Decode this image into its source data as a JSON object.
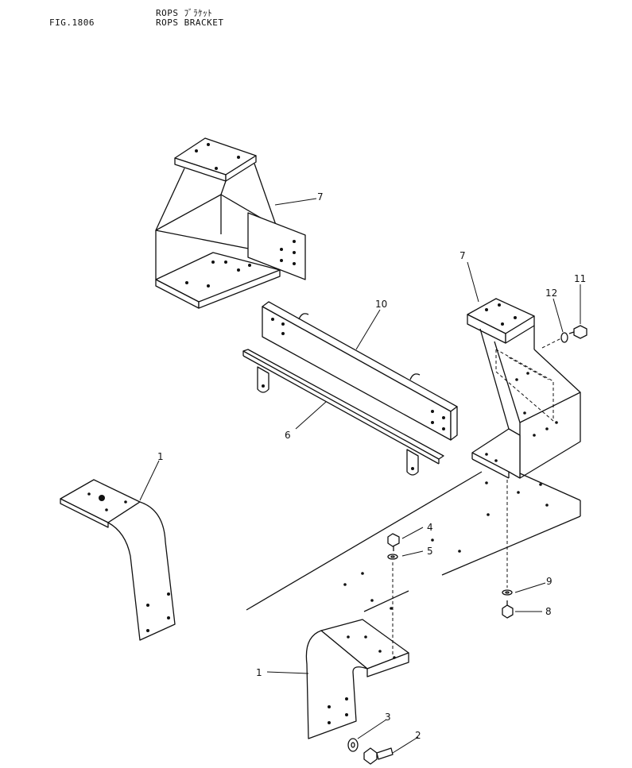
{
  "header": {
    "fig_number": "FIG.1806",
    "title_jp": "ROPS ﾌﾞﾗｹｯﾄ",
    "title_en": "ROPS BRACKET"
  },
  "callouts": [
    "1",
    "1",
    "2",
    "3",
    "4",
    "5",
    "6",
    "7",
    "7",
    "8",
    "9",
    "10",
    "11",
    "12"
  ]
}
